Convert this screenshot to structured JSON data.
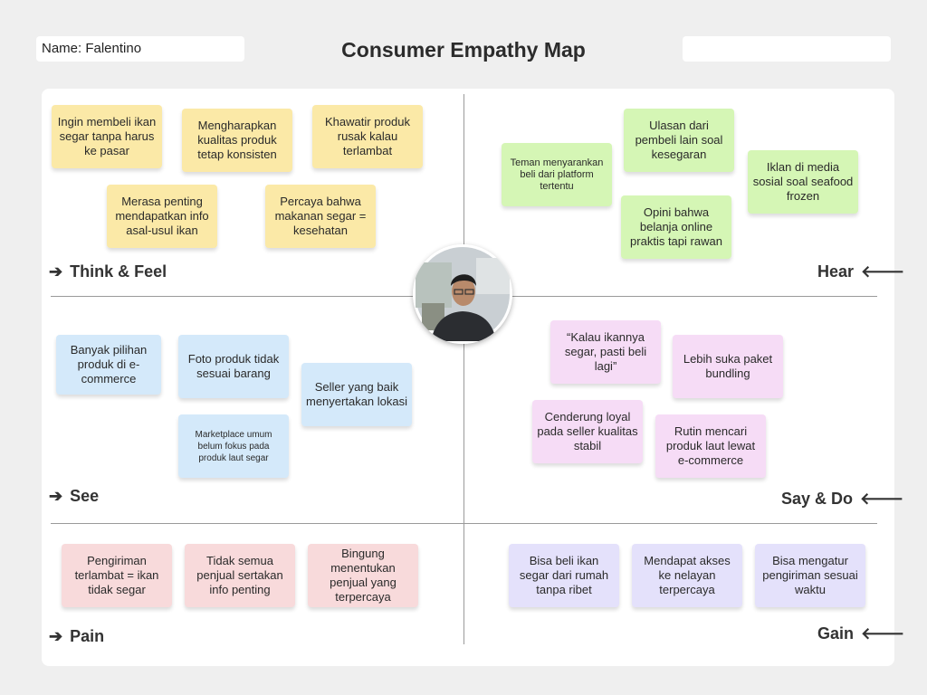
{
  "header": {
    "name": "Name: Falentino",
    "title": "Consumer Empathy Map",
    "right_field": ""
  },
  "quadrants": {
    "think_feel": {
      "label": "Think & Feel",
      "notes": [
        "Ingin membeli ikan segar tanpa harus ke pasar",
        "Mengharapkan kualitas produk tetap konsisten",
        "Khawatir produk rusak kalau terlambat",
        "Merasa penting mendapatkan info asal-usul ikan",
        "Percaya bahwa makanan segar = kesehatan"
      ]
    },
    "hear": {
      "label": "Hear",
      "notes": [
        "Teman menyarankan beli dari platform tertentu",
        "Ulasan dari pembeli lain soal kesegaran",
        "Iklan di media sosial soal seafood frozen",
        "Opini bahwa belanja online praktis tapi rawan"
      ]
    },
    "see": {
      "label": "See",
      "notes": [
        "Banyak pilihan produk di e-commerce",
        "Foto produk tidak sesuai barang",
        "Seller yang baik menyertakan lokasi",
        "Marketplace umum belum fokus pada produk laut segar"
      ]
    },
    "say_do": {
      "label": "Say & Do",
      "notes": [
        "“Kalau ikannya segar, pasti beli lagi”",
        "Lebih suka paket bundling",
        "Cenderung loyal pada seller kualitas stabil",
        "Rutin mencari produk laut lewat e-commerce"
      ]
    }
  },
  "pain": {
    "label": "Pain",
    "notes": [
      "Pengiriman terlambat = ikan tidak segar",
      "Tidak semua penjual sertakan info penting",
      "Bingung menentukan penjual yang terpercaya"
    ]
  },
  "gain": {
    "label": "Gain",
    "notes": [
      "Bisa beli ikan segar dari rumah tanpa ribet",
      "Mendapat akses ke nelayan terpercaya",
      "Bisa mengatur pengiriman sesuai waktu"
    ]
  },
  "icons": {
    "right_arrow": "arrow-right-icon",
    "left_arrow": "arrow-left-icon",
    "avatar": "person-avatar"
  },
  "colors": {
    "think_feel": "#fbe9a7",
    "hear": "#d5f6b5",
    "see": "#d4e9fa",
    "say_do": "#f6dcf6",
    "pain": "#f8dadb",
    "gain": "#e4e1fb"
  }
}
